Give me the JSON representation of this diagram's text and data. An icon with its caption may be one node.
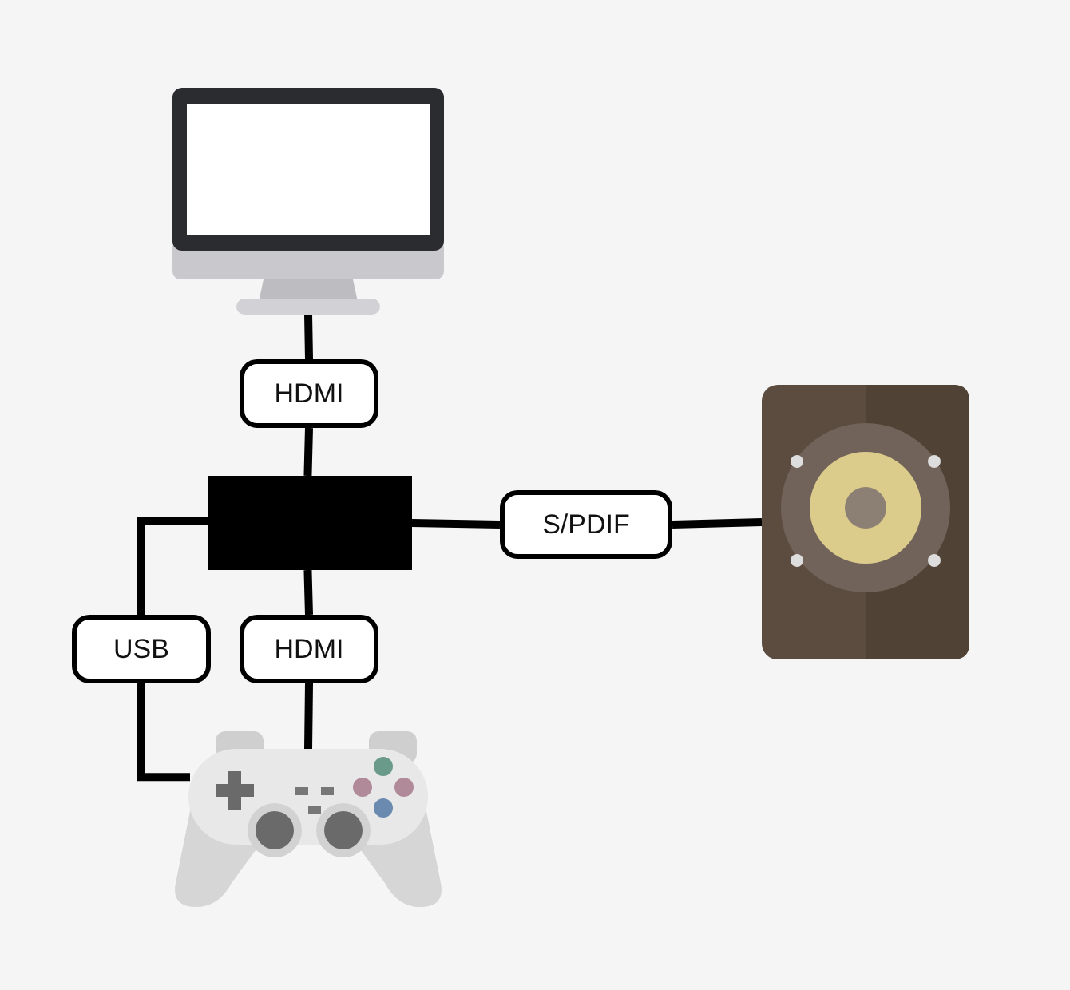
{
  "diagram": {
    "nodes": [
      {
        "text": [],
        "shape": "picture"
      },
      {
        "text": [
          "HDMI"
        ]
      },
      {
        "text": [],
        "shape": "box"
      },
      {
        "text": [
          "S/PDIF"
        ]
      },
      {
        "text": [],
        "shape": "picture"
      },
      {
        "text": [
          "USB"
        ]
      },
      {
        "text": [
          "HDMI"
        ]
      },
      {
        "text": [],
        "shape": "picture"
      }
    ],
    "edges": [
      {
        "from": 0,
        "to": 1,
        "arrow": "none"
      },
      {
        "from": 1,
        "to": 2,
        "arrow": "none"
      },
      {
        "from": 2,
        "to": 3,
        "arrow": "none"
      },
      {
        "from": 3,
        "to": 4,
        "arrow": "none"
      },
      {
        "from": 2,
        "to": 5,
        "arrow": "none"
      },
      {
        "from": 5,
        "to": 7,
        "arrow": "none"
      },
      {
        "from": 2,
        "to": 6,
        "arrow": "none"
      },
      {
        "from": 6,
        "to": 7,
        "arrow": "none"
      }
    ]
  }
}
